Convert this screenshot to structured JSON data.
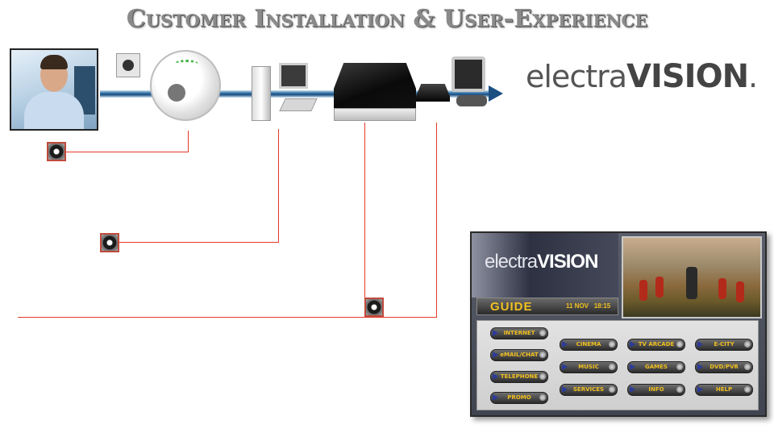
{
  "header": {
    "title": "Customer Installation & User-Experience"
  },
  "brand": {
    "prefix": "electra",
    "suffix": "VISION",
    "mark": "."
  },
  "guide": {
    "logo_prefix": "electra",
    "logo_suffix": "VISION",
    "title": "GUIDE",
    "date": "11 NOV",
    "time": "18:15",
    "left_buttons": [
      "INTERNET",
      "eMAIL/CHAT",
      "TELEPHONE",
      "PROMO"
    ],
    "grid_buttons": [
      [
        "CINEMA",
        "TV ARCADE",
        "E-CITY"
      ],
      [
        "MUSIC",
        "GAMES",
        "DVD/PVR"
      ],
      [
        "SERVICES",
        "INFO",
        "HELP"
      ]
    ]
  },
  "colors": {
    "connector": "#e23a2a",
    "stream": "#1c4f82",
    "guide_text": "#f0c020"
  }
}
